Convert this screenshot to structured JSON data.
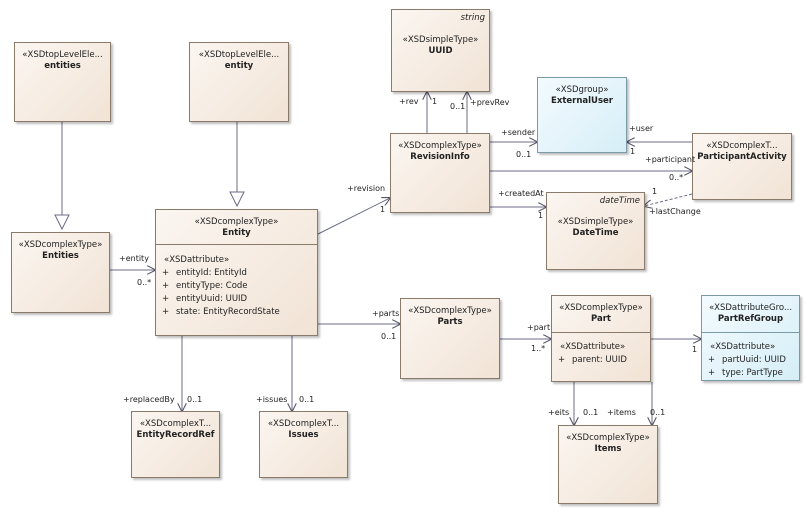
{
  "nodes": {
    "entities_el": {
      "stereotype": "«XSDtopLevelEle...",
      "name": "entities"
    },
    "entity_el": {
      "stereotype": "«XSDtopLevelEle...",
      "name": "entity"
    },
    "uuid": {
      "stereotype": "«XSDsimpleType»",
      "name": "UUID",
      "type": "string"
    },
    "external_user": {
      "stereotype": "«XSDgroup»",
      "name": "ExternalUser"
    },
    "revision_info": {
      "stereotype": "«XSDcomplexType»",
      "name": "RevisionInfo"
    },
    "participant_activity": {
      "stereotype": "«XSDcomplexT...",
      "name": "ParticipantActivity"
    },
    "date_time": {
      "stereotype": "«XSDsimpleType»",
      "name": "DateTime",
      "type": "dateTime"
    },
    "entities": {
      "stereotype": "«XSDcomplexType»",
      "name": "Entities"
    },
    "entity": {
      "stereotype": "«XSDcomplexType»",
      "name": "Entity",
      "section_header": "«XSDattribute»",
      "attributes": [
        {
          "vis": "+",
          "text": "entityId: EntityId"
        },
        {
          "vis": "+",
          "text": "entityType: Code"
        },
        {
          "vis": "+",
          "text": "entityUuid: UUID"
        },
        {
          "vis": "+",
          "text": "state: EntityRecordState"
        }
      ]
    },
    "parts": {
      "stereotype": "«XSDcomplexType»",
      "name": "Parts"
    },
    "part": {
      "stereotype": "«XSDcomplexType»",
      "name": "Part",
      "section_header": "«XSDattribute»",
      "attributes": [
        {
          "vis": "+",
          "text": "parent: UUID"
        }
      ]
    },
    "part_ref_group": {
      "stereotype": "«XSDattributeGro...",
      "name": "PartRefGroup",
      "section_header": "«XSDattribute»",
      "attributes": [
        {
          "vis": "+",
          "text": "partUuid: UUID"
        },
        {
          "vis": "+",
          "text": "type: PartType"
        }
      ]
    },
    "entity_record_ref": {
      "stereotype": "«XSDcomplexT...",
      "name": "EntityRecordRef"
    },
    "issues": {
      "stereotype": "«XSDcomplexT...",
      "name": "Issues"
    },
    "items": {
      "stereotype": "«XSDcomplexType»",
      "name": "Items"
    }
  },
  "edge_labels": {
    "rev": "+rev",
    "rev_mult": "1",
    "prev_rev": "+prevRev",
    "prev_rev_mult": "0..1",
    "sender": "+sender",
    "sender_mult": "0..1",
    "user": "+user",
    "user_mult": "1",
    "participant": "+participant",
    "participant_mult": "0..*",
    "revision": "+revision",
    "revision_mult": "1",
    "created_at": "+createdAt",
    "created_at_mult": "1",
    "last_change": "+lastChange",
    "last_change_mult": "1",
    "entity": "+entity",
    "entity_mult": "0..*",
    "parts": "+parts",
    "parts_mult": "0..1",
    "part": "+part",
    "part_mult": "1..*",
    "part_ref_mult": "1",
    "replaced_by": "+replacedBy",
    "replaced_by_mult": "0..1",
    "issues": "+issues",
    "issues_mult": "0..1",
    "eits": "+eits",
    "eits_mult": "0..1",
    "items": "+items",
    "items_mult": "0..1"
  }
}
